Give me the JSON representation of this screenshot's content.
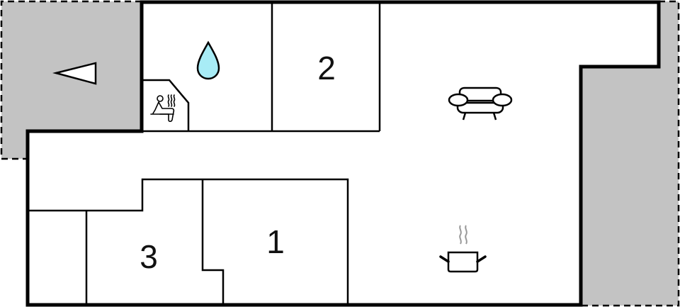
{
  "colors": {
    "background": "#ffffff",
    "outdoor_area": "#c3c3c3",
    "wall": "#000000",
    "water_drop_fill": "#a8ecf6"
  },
  "rooms": [
    {
      "id": "bedroom-1",
      "label": "1"
    },
    {
      "id": "bedroom-2",
      "label": "2"
    },
    {
      "id": "bedroom-3",
      "label": "3"
    }
  ],
  "icons": {
    "entrance": "entrance-arrow-icon",
    "bathroom": "water-drop-icon",
    "sauna": "sauna-icon",
    "living_room": "sofa-icon",
    "kitchen": "cooking-pot-icon"
  }
}
